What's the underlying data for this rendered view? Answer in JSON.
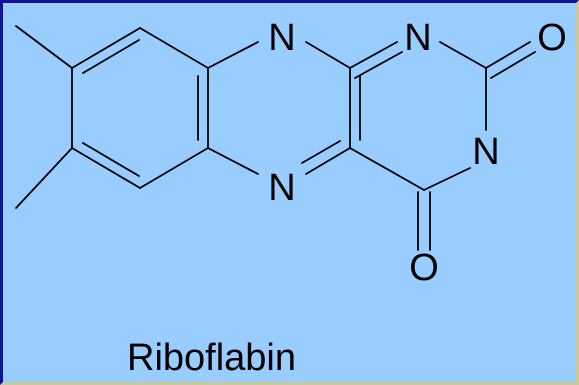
{
  "caption": "Riboflabin",
  "atoms": {
    "n1": "N",
    "n2": "N",
    "n3": "N",
    "n4": "N",
    "o1": "O",
    "o2": "O"
  },
  "colors": {
    "background": "#99ccff",
    "frame_outer": "#0a1a8c",
    "ink": "#000000"
  }
}
